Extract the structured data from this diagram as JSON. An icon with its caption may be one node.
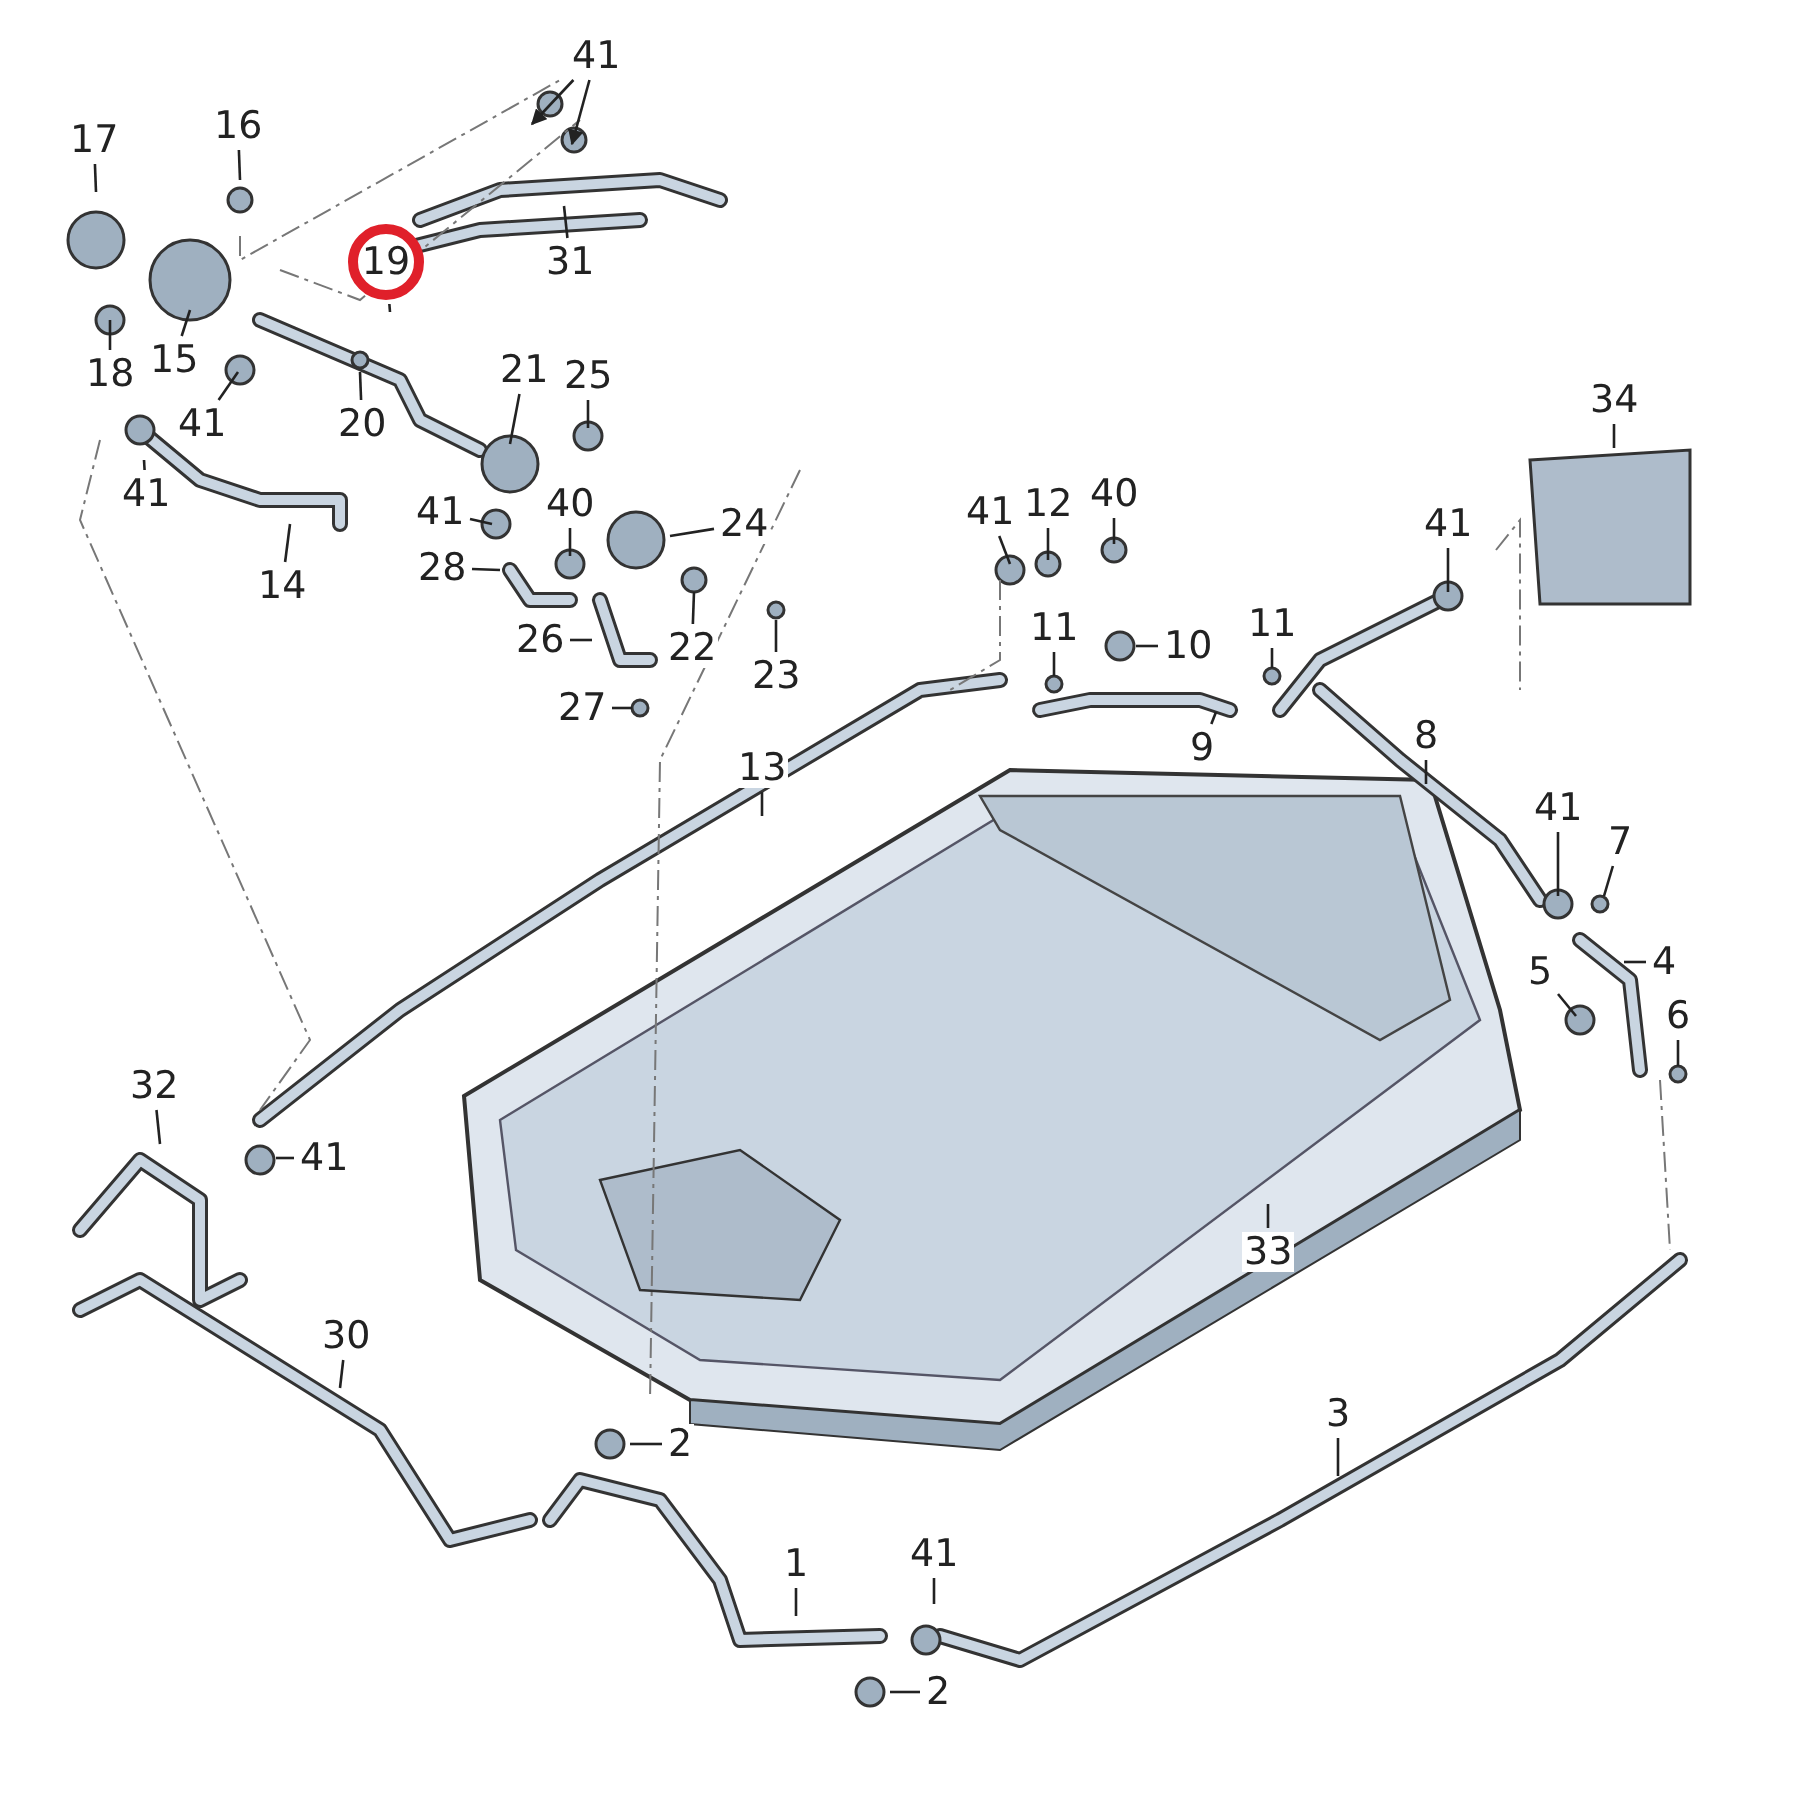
{
  "diagram": {
    "nodes": [
      {
        "text": [
          "41"
        ]
      },
      {
        "text": [
          "17"
        ]
      },
      {
        "text": [
          "16"
        ]
      },
      {
        "text": [
          "19"
        ]
      },
      {
        "text": [
          "31"
        ]
      },
      {
        "text": [
          "18"
        ]
      },
      {
        "text": [
          "15"
        ]
      },
      {
        "text": [
          "41"
        ]
      },
      {
        "text": [
          "20"
        ]
      },
      {
        "text": [
          "21"
        ]
      },
      {
        "text": [
          "25"
        ]
      },
      {
        "text": [
          "41"
        ]
      },
      {
        "text": [
          "14"
        ]
      },
      {
        "text": [
          "41"
        ]
      },
      {
        "text": [
          "40"
        ]
      },
      {
        "text": [
          "24"
        ]
      },
      {
        "text": [
          "28"
        ]
      },
      {
        "text": [
          "22"
        ]
      },
      {
        "text": [
          "23"
        ]
      },
      {
        "text": [
          "26"
        ]
      },
      {
        "text": [
          "27"
        ]
      },
      {
        "text": [
          "34"
        ]
      },
      {
        "text": [
          "41"
        ]
      },
      {
        "text": [
          "12"
        ]
      },
      {
        "text": [
          "40"
        ]
      },
      {
        "text": [
          "41"
        ]
      },
      {
        "text": [
          "11"
        ]
      },
      {
        "text": [
          "10"
        ]
      },
      {
        "text": [
          "11"
        ]
      },
      {
        "text": [
          "9"
        ]
      },
      {
        "text": [
          "13"
        ]
      },
      {
        "text": [
          "8"
        ]
      },
      {
        "text": [
          "41"
        ]
      },
      {
        "text": [
          "7"
        ]
      },
      {
        "text": [
          "4"
        ]
      },
      {
        "text": [
          "5"
        ]
      },
      {
        "text": [
          "6"
        ]
      },
      {
        "text": [
          "32"
        ]
      },
      {
        "text": [
          "41"
        ]
      },
      {
        "text": [
          "33"
        ]
      },
      {
        "text": [
          "30"
        ]
      },
      {
        "text": [
          "3"
        ]
      },
      {
        "text": [
          "2"
        ]
      },
      {
        "text": [
          "1"
        ]
      },
      {
        "text": [
          "41"
        ]
      },
      {
        "text": [
          "2"
        ]
      }
    ],
    "edges": [
      {
        "from": 0,
        "to": null,
        "arrow": "to"
      },
      {
        "from": 0,
        "to": null,
        "arrow": "to"
      },
      {
        "from": 1,
        "to": null,
        "arrow": "none"
      },
      {
        "from": 2,
        "to": null,
        "arrow": "none"
      },
      {
        "from": 3,
        "to": null,
        "arrow": "none"
      },
      {
        "from": 4,
        "to": null,
        "arrow": "none"
      },
      {
        "from": 5,
        "to": null,
        "arrow": "none"
      },
      {
        "from": 6,
        "to": null,
        "arrow": "none"
      },
      {
        "from": 7,
        "to": null,
        "arrow": "none"
      },
      {
        "from": 8,
        "to": null,
        "arrow": "none"
      },
      {
        "from": 9,
        "to": null,
        "arrow": "none"
      },
      {
        "from": 10,
        "to": null,
        "arrow": "none"
      },
      {
        "from": 11,
        "to": null,
        "arrow": "none"
      },
      {
        "from": 12,
        "to": null,
        "arrow": "none"
      },
      {
        "from": 13,
        "to": null,
        "arrow": "none"
      },
      {
        "from": 14,
        "to": null,
        "arrow": "none"
      },
      {
        "from": 15,
        "to": null,
        "arrow": "none"
      },
      {
        "from": 16,
        "to": null,
        "arrow": "none"
      },
      {
        "from": 17,
        "to": null,
        "arrow": "none"
      },
      {
        "from": 18,
        "to": null,
        "arrow": "none"
      },
      {
        "from": 19,
        "to": null,
        "arrow": "none"
      },
      {
        "from": 20,
        "to": null,
        "arrow": "none"
      },
      {
        "from": 21,
        "to": null,
        "arrow": "none"
      },
      {
        "from": 22,
        "to": null,
        "arrow": "none"
      },
      {
        "from": 23,
        "to": null,
        "arrow": "none"
      },
      {
        "from": 24,
        "to": null,
        "arrow": "none"
      },
      {
        "from": 25,
        "to": null,
        "arrow": "none"
      },
      {
        "from": 26,
        "to": null,
        "arrow": "none"
      },
      {
        "from": 27,
        "to": null,
        "arrow": "none"
      },
      {
        "from": 28,
        "to": null,
        "arrow": "none"
      },
      {
        "from": 29,
        "to": null,
        "arrow": "none"
      },
      {
        "from": 30,
        "to": null,
        "arrow": "none"
      },
      {
        "from": 31,
        "to": null,
        "arrow": "none"
      },
      {
        "from": 32,
        "to": null,
        "arrow": "none"
      },
      {
        "from": 33,
        "to": null,
        "arrow": "none"
      },
      {
        "from": 34,
        "to": null,
        "arrow": "none"
      },
      {
        "from": 35,
        "to": null,
        "arrow": "none"
      },
      {
        "from": 36,
        "to": null,
        "arrow": "none"
      },
      {
        "from": 37,
        "to": null,
        "arrow": "none"
      },
      {
        "from": 38,
        "to": null,
        "arrow": "none"
      },
      {
        "from": 39,
        "to": null,
        "arrow": "none"
      },
      {
        "from": 40,
        "to": null,
        "arrow": "none"
      },
      {
        "from": 41,
        "to": null,
        "arrow": "none"
      },
      {
        "from": 42,
        "to": null,
        "arrow": "none"
      },
      {
        "from": 43,
        "to": null,
        "arrow": "none"
      },
      {
        "from": 44,
        "to": null,
        "arrow": "none"
      },
      {
        "from": 45,
        "to": null,
        "arrow": "none"
      }
    ]
  }
}
